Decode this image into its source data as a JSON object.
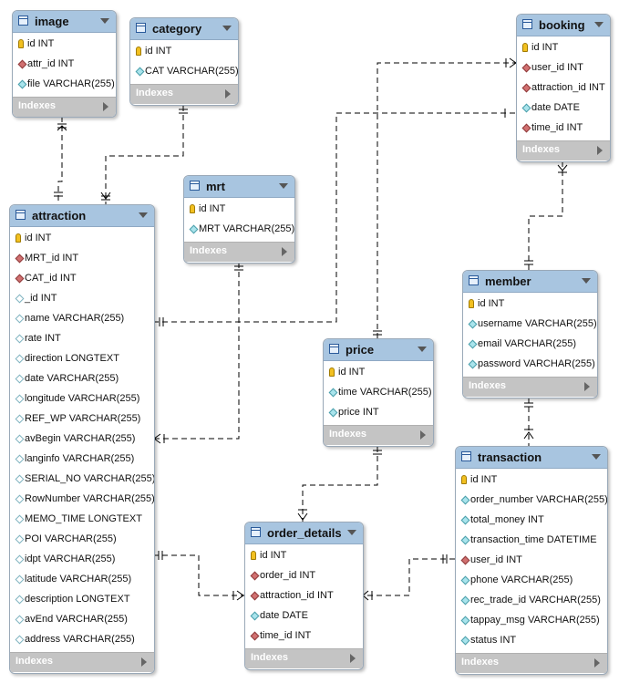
{
  "indexes_label": "Indexes",
  "colors": {
    "header": "#a8c5e0",
    "indexes": "#c4c4c4",
    "key": "#f2c020",
    "fk": "#d17070",
    "plain": "#a9e4ec"
  },
  "tables": {
    "image": {
      "name": "image",
      "columns": [
        {
          "label": "id INT",
          "icon": "key-icon"
        },
        {
          "label": "attr_id INT",
          "icon": "foreign-key-icon"
        },
        {
          "label": "file VARCHAR(255)",
          "icon": "column-icon"
        }
      ]
    },
    "category": {
      "name": "category",
      "columns": [
        {
          "label": "id INT",
          "icon": "key-icon"
        },
        {
          "label": "CAT VARCHAR(255)",
          "icon": "column-icon"
        }
      ]
    },
    "booking": {
      "name": "booking",
      "columns": [
        {
          "label": "id INT",
          "icon": "key-icon"
        },
        {
          "label": "user_id INT",
          "icon": "foreign-key-icon"
        },
        {
          "label": "attraction_id INT",
          "icon": "foreign-key-icon"
        },
        {
          "label": "date DATE",
          "icon": "column-icon"
        },
        {
          "label": "time_id INT",
          "icon": "foreign-key-icon"
        }
      ]
    },
    "mrt": {
      "name": "mrt",
      "columns": [
        {
          "label": "id INT",
          "icon": "key-icon"
        },
        {
          "label": "MRT VARCHAR(255)",
          "icon": "column-icon"
        }
      ]
    },
    "attraction": {
      "name": "attraction",
      "columns": [
        {
          "label": "id INT",
          "icon": "key-icon"
        },
        {
          "label": "MRT_id INT",
          "icon": "foreign-key-icon"
        },
        {
          "label": "CAT_id INT",
          "icon": "foreign-key-icon"
        },
        {
          "label": "_id INT",
          "icon": "nullable-column-icon"
        },
        {
          "label": "name VARCHAR(255)",
          "icon": "nullable-column-icon"
        },
        {
          "label": "rate INT",
          "icon": "nullable-column-icon"
        },
        {
          "label": "direction LONGTEXT",
          "icon": "nullable-column-icon"
        },
        {
          "label": "date VARCHAR(255)",
          "icon": "nullable-column-icon"
        },
        {
          "label": "longitude VARCHAR(255)",
          "icon": "nullable-column-icon"
        },
        {
          "label": "REF_WP VARCHAR(255)",
          "icon": "nullable-column-icon"
        },
        {
          "label": "avBegin VARCHAR(255)",
          "icon": "nullable-column-icon"
        },
        {
          "label": "langinfo VARCHAR(255)",
          "icon": "nullable-column-icon"
        },
        {
          "label": "SERIAL_NO VARCHAR(255)",
          "icon": "nullable-column-icon"
        },
        {
          "label": "RowNumber VARCHAR(255)",
          "icon": "nullable-column-icon"
        },
        {
          "label": "MEMO_TIME LONGTEXT",
          "icon": "nullable-column-icon"
        },
        {
          "label": "POI VARCHAR(255)",
          "icon": "nullable-column-icon"
        },
        {
          "label": "idpt VARCHAR(255)",
          "icon": "nullable-column-icon"
        },
        {
          "label": "latitude VARCHAR(255)",
          "icon": "nullable-column-icon"
        },
        {
          "label": "description LONGTEXT",
          "icon": "nullable-column-icon"
        },
        {
          "label": "avEnd VARCHAR(255)",
          "icon": "nullable-column-icon"
        },
        {
          "label": "address VARCHAR(255)",
          "icon": "nullable-column-icon"
        }
      ]
    },
    "member": {
      "name": "member",
      "columns": [
        {
          "label": "id INT",
          "icon": "key-icon"
        },
        {
          "label": "username VARCHAR(255)",
          "icon": "column-icon"
        },
        {
          "label": "email VARCHAR(255)",
          "icon": "column-icon"
        },
        {
          "label": "password VARCHAR(255)",
          "icon": "column-icon"
        }
      ]
    },
    "price": {
      "name": "price",
      "columns": [
        {
          "label": "id INT",
          "icon": "key-icon"
        },
        {
          "label": "time VARCHAR(255)",
          "icon": "column-icon"
        },
        {
          "label": "price INT",
          "icon": "column-icon"
        }
      ]
    },
    "transaction": {
      "name": "transaction",
      "columns": [
        {
          "label": "id INT",
          "icon": "key-icon"
        },
        {
          "label": "order_number VARCHAR(255)",
          "icon": "column-icon"
        },
        {
          "label": "total_money INT",
          "icon": "column-icon"
        },
        {
          "label": "transaction_time DATETIME",
          "icon": "column-icon"
        },
        {
          "label": "user_id INT",
          "icon": "foreign-key-icon"
        },
        {
          "label": "phone VARCHAR(255)",
          "icon": "column-icon"
        },
        {
          "label": "rec_trade_id VARCHAR(255)",
          "icon": "column-icon"
        },
        {
          "label": "tappay_msg VARCHAR(255)",
          "icon": "column-icon"
        },
        {
          "label": "status INT",
          "icon": "column-icon"
        }
      ]
    },
    "order_details": {
      "name": "order_details",
      "columns": [
        {
          "label": "id INT",
          "icon": "key-icon"
        },
        {
          "label": "order_id INT",
          "icon": "foreign-key-icon"
        },
        {
          "label": "attraction_id INT",
          "icon": "foreign-key-icon"
        },
        {
          "label": "date DATE",
          "icon": "column-icon"
        },
        {
          "label": "time_id INT",
          "icon": "foreign-key-icon"
        }
      ]
    }
  }
}
